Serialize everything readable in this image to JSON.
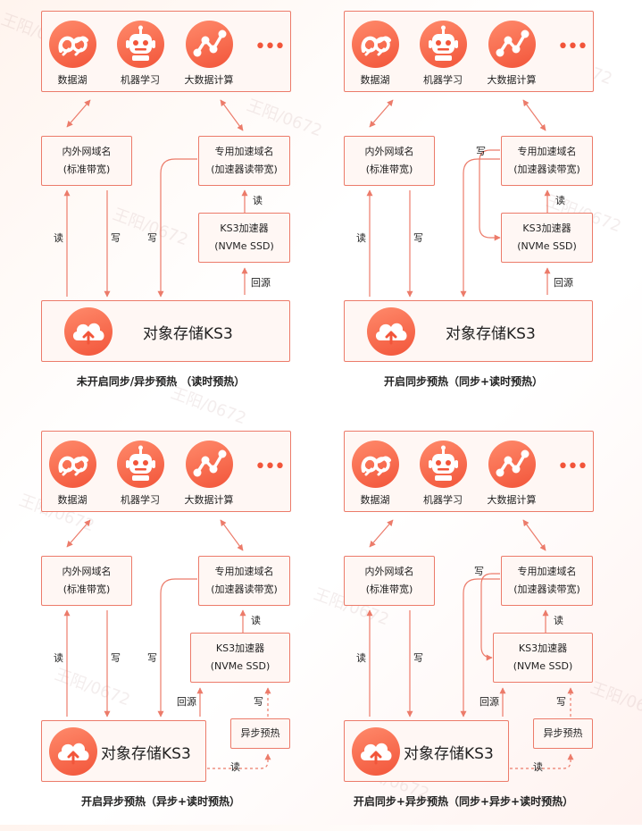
{
  "watermark": "王阳/0672",
  "top_icons": {
    "data_lake": "数据湖",
    "machine_learning": "机器学习",
    "big_data": "大数据计算",
    "more": "•••"
  },
  "inner_domain": {
    "line1": "内外网域名",
    "line2": "(标准带宽)"
  },
  "accel_domain": {
    "line1": "专用加速域名",
    "line2": "(加速器读带宽)"
  },
  "ks3_accelerator": {
    "line1": "KS3加速器",
    "line2": "(NVMe SSD)"
  },
  "async_prefetch": "异步预热",
  "object_storage": "对象存储KS3",
  "edges": {
    "read": "读",
    "write": "写",
    "origin": "回源"
  },
  "panels": [
    {
      "caption": "未开启同步/异步预热 （读时预热）"
    },
    {
      "caption": "开启同步预热（同步+读时预热）"
    },
    {
      "caption": "开启异步预热（异步+读时预热）"
    },
    {
      "caption": "开启同步+异步预热（同步+异步+读时预热）"
    }
  ],
  "colors": {
    "accent": "#f2553a",
    "border": "#ec7b6a",
    "box_fill": "#fff7f4"
  }
}
